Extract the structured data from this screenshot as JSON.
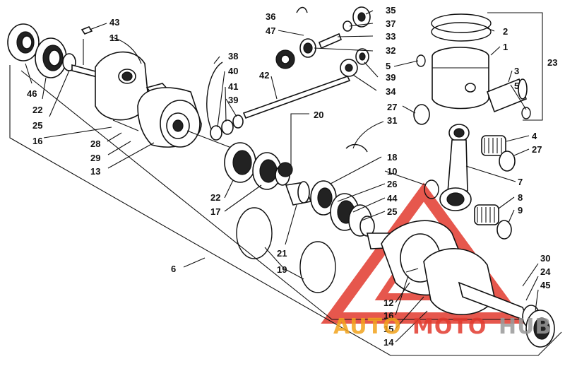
{
  "diagram": {
    "labels": [
      {
        "id": "l43",
        "text": "43"
      },
      {
        "id": "l11",
        "text": "11"
      },
      {
        "id": "l46",
        "text": "46"
      },
      {
        "id": "l22a",
        "text": "22"
      },
      {
        "id": "l25a",
        "text": "25"
      },
      {
        "id": "l16a",
        "text": "16"
      },
      {
        "id": "l28",
        "text": "28"
      },
      {
        "id": "l29",
        "text": "29"
      },
      {
        "id": "l13",
        "text": "13"
      },
      {
        "id": "l38",
        "text": "38"
      },
      {
        "id": "l40",
        "text": "40"
      },
      {
        "id": "l41",
        "text": "41"
      },
      {
        "id": "l39a",
        "text": "39"
      },
      {
        "id": "l36",
        "text": "36"
      },
      {
        "id": "l47",
        "text": "47"
      },
      {
        "id": "l42",
        "text": "42"
      },
      {
        "id": "l20",
        "text": "20"
      },
      {
        "id": "l35",
        "text": "35"
      },
      {
        "id": "l37",
        "text": "37"
      },
      {
        "id": "l33",
        "text": "33"
      },
      {
        "id": "l32",
        "text": "32"
      },
      {
        "id": "l5a",
        "text": "5"
      },
      {
        "id": "l39b",
        "text": "39"
      },
      {
        "id": "l34",
        "text": "34"
      },
      {
        "id": "l2",
        "text": "2"
      },
      {
        "id": "l1",
        "text": "1"
      },
      {
        "id": "l23",
        "text": "23"
      },
      {
        "id": "l3",
        "text": "3"
      },
      {
        "id": "l5b",
        "text": "5"
      },
      {
        "id": "l27a",
        "text": "27"
      },
      {
        "id": "l31",
        "text": "31"
      },
      {
        "id": "l4",
        "text": "4"
      },
      {
        "id": "l27b",
        "text": "27"
      },
      {
        "id": "l18",
        "text": "18"
      },
      {
        "id": "l10",
        "text": "10"
      },
      {
        "id": "l26",
        "text": "26"
      },
      {
        "id": "l44",
        "text": "44"
      },
      {
        "id": "l25b",
        "text": "25"
      },
      {
        "id": "l7",
        "text": "7"
      },
      {
        "id": "l8",
        "text": "8"
      },
      {
        "id": "l9",
        "text": "9"
      },
      {
        "id": "l22b",
        "text": "22"
      },
      {
        "id": "l17",
        "text": "17"
      },
      {
        "id": "l21",
        "text": "21"
      },
      {
        "id": "l19",
        "text": "19"
      },
      {
        "id": "l6",
        "text": "6"
      },
      {
        "id": "l30",
        "text": "30"
      },
      {
        "id": "l24",
        "text": "24"
      },
      {
        "id": "l45",
        "text": "45"
      },
      {
        "id": "l12",
        "text": "12"
      },
      {
        "id": "l16b",
        "text": "16"
      },
      {
        "id": "l15",
        "text": "15"
      },
      {
        "id": "l14",
        "text": "14"
      }
    ]
  },
  "watermark": {
    "part1": "AUTO",
    "part2": "MOTO",
    "part3": "HUB",
    "color_orange": "#f2a31c",
    "color_red": "#e23a2e",
    "color_grey": "#9a9a9a"
  }
}
